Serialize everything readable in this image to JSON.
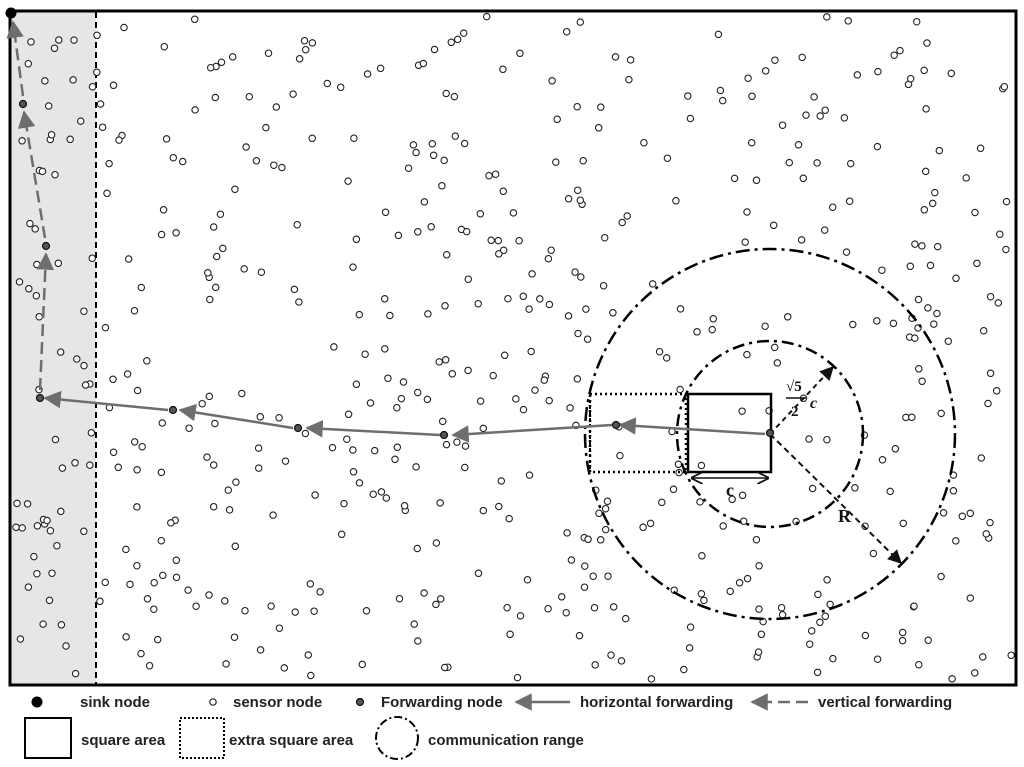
{
  "diagram": {
    "labels": {
      "side_length": "c",
      "radius": "R",
      "range_numerator": "√5",
      "range_denominator": "2",
      "range_variable": "c"
    }
  },
  "legend": {
    "sink": "sink node",
    "sensor": "sensor node",
    "forwarding": "Forwarding node",
    "horizontal": "horizontal forwarding",
    "vertical": "vertical forwarding",
    "square": "square area",
    "extra_square": "extra square area",
    "range": "communication range"
  },
  "colors": {
    "border": "#000000",
    "strip_fill": "#e6e6e6",
    "arrow": "#6e6e6e",
    "node_stroke": "#222222"
  }
}
